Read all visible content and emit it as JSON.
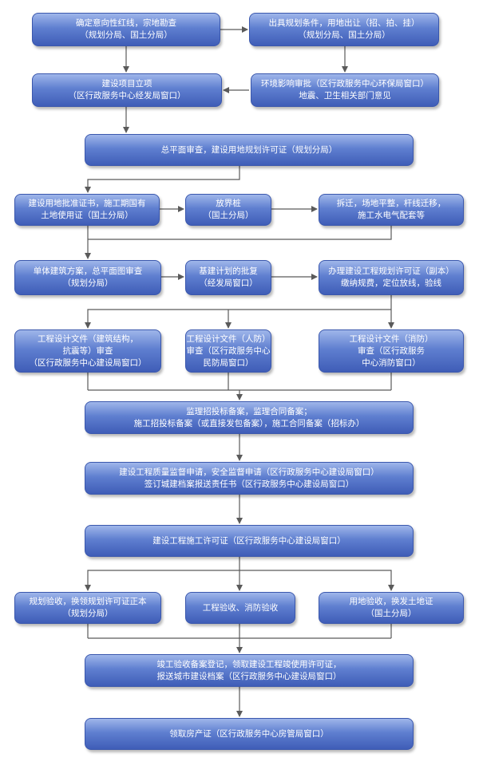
{
  "nodes": [
    {
      "id": "n1",
      "lines": [
        "确定意向性红线，宗地勘查",
        "（规划分局、国土分局）"
      ]
    },
    {
      "id": "n2",
      "lines": [
        "出具规划条件，用地出让（招、拍、挂）",
        "（规划分局、国土分局）"
      ]
    },
    {
      "id": "n3",
      "lines": [
        "建设项目立项",
        "（区行政服务中心经发局窗口）"
      ]
    },
    {
      "id": "n4",
      "lines": [
        "环境影响审批（区行政服务中心环保局窗口）",
        "地震、卫生相关部门意见"
      ]
    },
    {
      "id": "n5",
      "lines": [
        "总平面审查，建设用地规划许可证（规划分局）"
      ]
    },
    {
      "id": "n6",
      "lines": [
        "建设用地批准证书，施工期国有",
        "土地使用证（国土分局）"
      ]
    },
    {
      "id": "n7",
      "lines": [
        "放界桩",
        "（国土分局）"
      ]
    },
    {
      "id": "n8",
      "lines": [
        "拆迁，场地平整，杆线迁移，",
        "施工水电气配套等"
      ]
    },
    {
      "id": "n9",
      "lines": [
        "单体建筑方案，总平面图审查",
        "（规划分局）"
      ]
    },
    {
      "id": "n10",
      "lines": [
        "基建计划的批复",
        "（经发局窗口）"
      ]
    },
    {
      "id": "n11",
      "lines": [
        "办理建设工程规划许可证（副本）",
        "缴纳规费，定位放线，验线"
      ]
    },
    {
      "id": "n12",
      "lines": [
        "工程设计文件（建筑结构，",
        "抗震等）审查",
        "（区行政服务中心建设局窗口）"
      ]
    },
    {
      "id": "n13",
      "lines": [
        "工程设计文件（人防）",
        "审查（区行政服务中心",
        "民防局窗口）"
      ]
    },
    {
      "id": "n14",
      "lines": [
        "工程设计文件（消防）",
        "审查（区行政服务",
        "中心消防窗口）"
      ]
    },
    {
      "id": "n15",
      "lines": [
        "监理招投标备案，监理合同备案；",
        "施工招投标备案（或直接发包备案），施工合同备案（招标办）"
      ]
    },
    {
      "id": "n16",
      "lines": [
        "建设工程质量监督申请，安全监督申请（区行政服务中心建设局窗口）",
        "签订城建档案报送责任书（区行政服务中心建设局窗口）"
      ]
    },
    {
      "id": "n17",
      "lines": [
        "建设工程施工许可证（区行政服务中心建设局窗口）"
      ]
    },
    {
      "id": "n18",
      "lines": [
        "规划验收，换领规划许可证正本",
        "（规划分局）"
      ]
    },
    {
      "id": "n19",
      "lines": [
        "工程验收、消防验收"
      ]
    },
    {
      "id": "n20",
      "lines": [
        "用地验收，换发土地证",
        "（国土分局）"
      ]
    },
    {
      "id": "n21",
      "lines": [
        "竣工验收备案登记，领取建设工程竣使用许可证，",
        "报送城市建设档案（区行政服务中心建设局窗口）"
      ]
    },
    {
      "id": "n22",
      "lines": [
        "领取房产证（区行政服务中心房管局窗口）"
      ]
    }
  ],
  "colors": {
    "box_top": "#9fb6ea",
    "box_bottom": "#3f5db7",
    "line": "#5a5a5a"
  }
}
